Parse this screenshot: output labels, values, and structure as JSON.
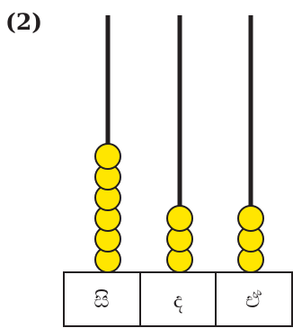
{
  "question_number": "(2)",
  "abacus": {
    "rods": [
      {
        "label": "සි",
        "beads": 6
      },
      {
        "label": "ද",
        "beads": 3
      },
      {
        "label": "ඒ",
        "beads": 3
      }
    ],
    "bead_color": "#ffe600",
    "bead_outline_color": "#231f20",
    "rod_color": "#231f20",
    "base_outline_color": "#231f20"
  }
}
